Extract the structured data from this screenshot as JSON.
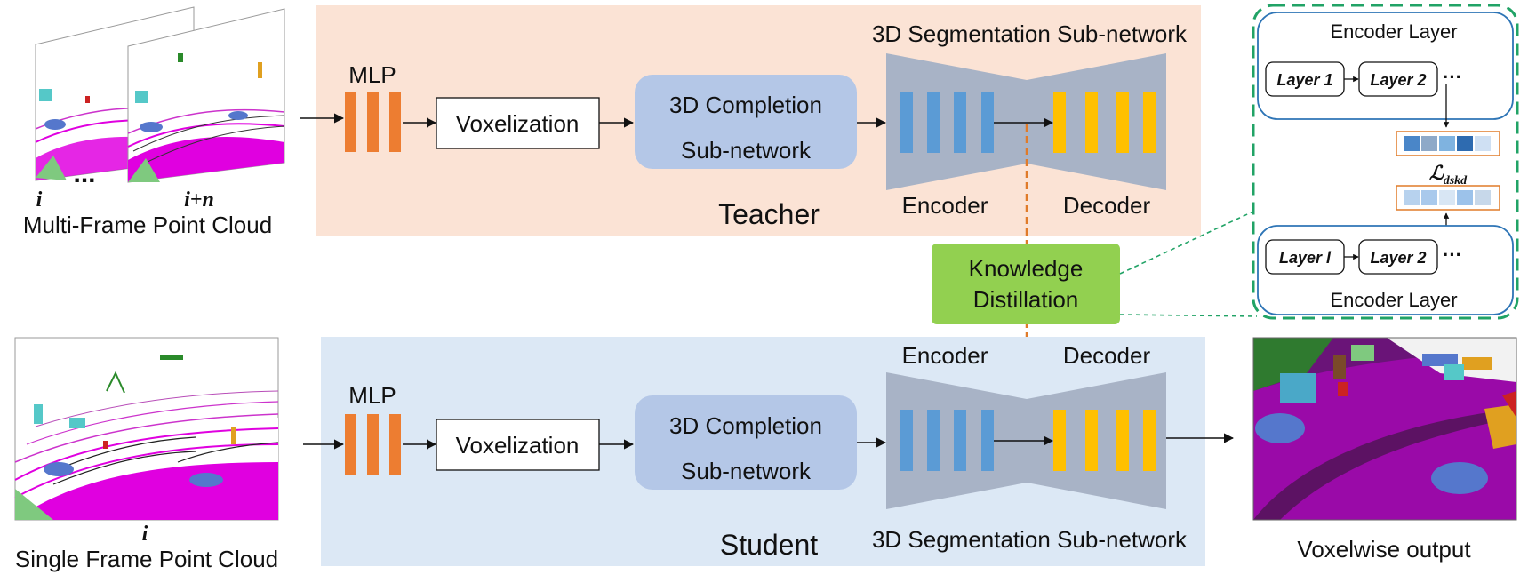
{
  "teacher": {
    "input_frame_start": "i",
    "input_frame_end": "i+n",
    "input_dots": "...",
    "input_caption": "Multi-Frame Point Cloud",
    "mlp_label": "MLP",
    "voxelization_label": "Voxelization",
    "completion_line1": "3D Completion",
    "completion_line2": "Sub-network",
    "segmentation_title": "3D Segmentation Sub-network",
    "encoder_label": "Encoder",
    "decoder_label": "Decoder",
    "role_label": "Teacher"
  },
  "student": {
    "input_frame": "i",
    "input_caption": "Single Frame Point Cloud",
    "mlp_label": "MLP",
    "voxelization_label": "Voxelization",
    "completion_line1": "3D Completion",
    "completion_line2": "Sub-network",
    "segmentation_title": "3D Segmentation Sub-network",
    "encoder_label": "Encoder",
    "decoder_label": "Decoder",
    "role_label": "Student",
    "output_caption": "Voxelwise output"
  },
  "distillation": {
    "line1": "Knowledge",
    "line2": "Distillation"
  },
  "detail": {
    "top_title": "Encoder Layer",
    "top_layer_a": "Layer 1",
    "top_layer_b": "Layer 2",
    "top_ellipsis": "···",
    "loss_symbol": "ℒ",
    "loss_subscript": "dskd",
    "bottom_layer_a": "Layer l",
    "bottom_layer_b": "Layer 2",
    "bottom_ellipsis": "···",
    "bottom_title": "Encoder Layer"
  },
  "colors": {
    "teacher_bg": "#fbe3d5",
    "student_bg": "#dce8f5",
    "mlp": "#ed7d31",
    "completion": "#b4c7e7",
    "hourglass": "#a8b3c6",
    "encoder_bar": "#5b9bd5",
    "decoder_bar": "#ffc000",
    "distill_box": "#92d050",
    "distill_border": "#21a366",
    "dashed_orange": "#e07b29",
    "layer_box_border": "#2e75b6",
    "pointcloud_magenta": "#e000e0",
    "voxel_purple": "#9a0aa8"
  }
}
